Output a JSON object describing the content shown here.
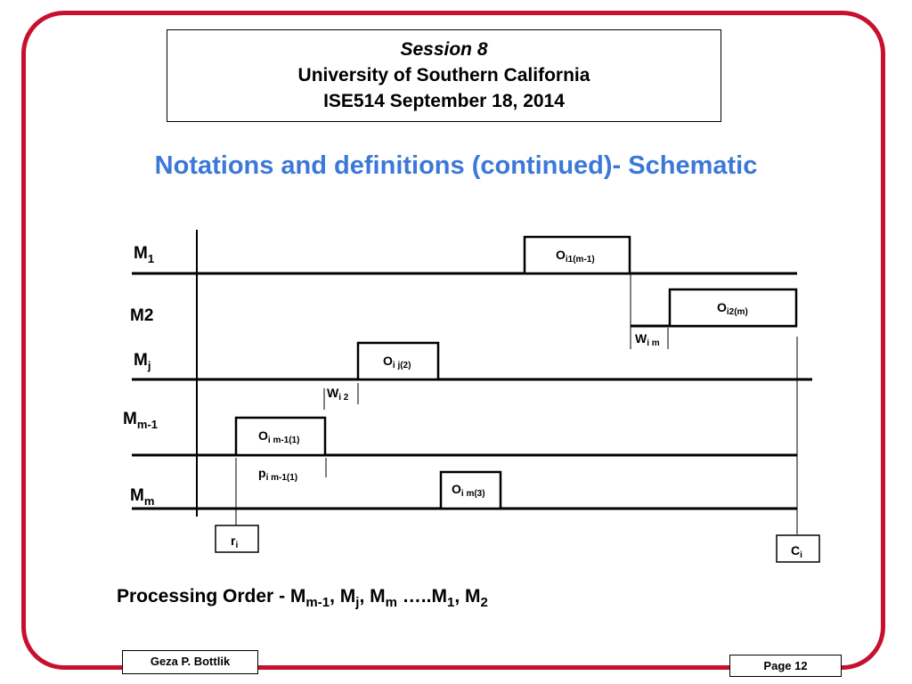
{
  "header": {
    "session": "Session 8",
    "university": "University of Southern California",
    "course": "ISE514 September 18, 2014"
  },
  "title": "Notations and definitions (continued)- Schematic",
  "machines": [
    {
      "main": "M",
      "sub": "1"
    },
    {
      "main": "M2",
      "sub": ""
    },
    {
      "main": "M",
      "sub": "j"
    },
    {
      "main": "M",
      "sub": "m-1"
    },
    {
      "main": "M",
      "sub": "m"
    }
  ],
  "operations": [
    {
      "main": "O",
      "sub": "i1(m-1)"
    },
    {
      "main": "O",
      "sub": "i2(m)"
    },
    {
      "main": "O",
      "sub": "i j(2)"
    },
    {
      "main": "O",
      "sub": "i m-1(1)"
    },
    {
      "main": "O",
      "sub": "i m(3)"
    }
  ],
  "waits": [
    {
      "main": "W",
      "sub": "i m"
    },
    {
      "main": "W",
      "sub": "i 2"
    }
  ],
  "processing_label": {
    "main": "p",
    "sub": "i m-1(1)"
  },
  "release": {
    "main": "r",
    "sub": "i"
  },
  "completion": {
    "main": "C",
    "sub": "i"
  },
  "processing_order": {
    "prefix": "Processing Order - ",
    "items": [
      {
        "main": "M",
        "sub": "m-1"
      },
      {
        "main": "M",
        "sub": "j"
      },
      {
        "main": "M",
        "sub": "m"
      },
      {
        "main": "M",
        "sub": "1"
      },
      {
        "main": "M",
        "sub": "2"
      }
    ],
    "sep1": ", ",
    "sep2": ", ",
    "sep3": " …..",
    "sep4": ", "
  },
  "footer": {
    "author": "Geza P. Bottlik",
    "page": "Page 12"
  },
  "colors": {
    "frame": "#c8102e",
    "title": "#3c78d8"
  }
}
